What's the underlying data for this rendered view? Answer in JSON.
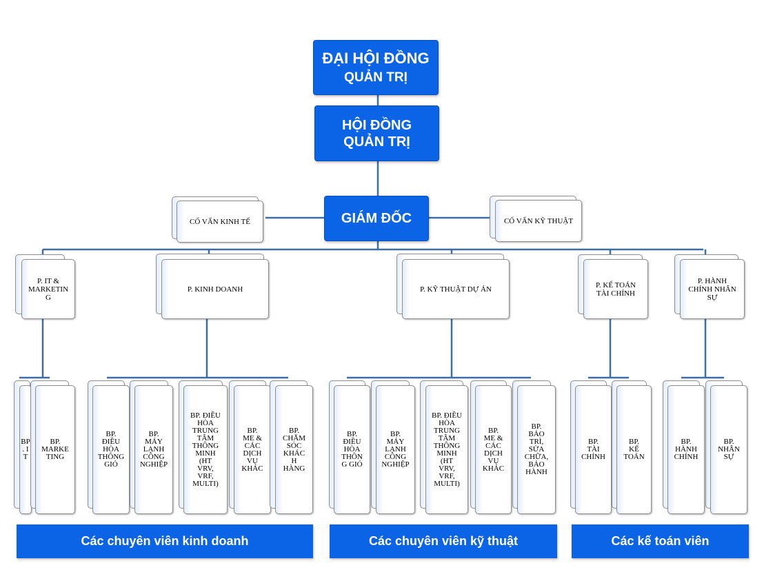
{
  "top": {
    "general_assembly": [
      "ĐẠI HỘI ĐỒNG",
      "QUẢN TRỊ"
    ],
    "board": [
      "HỘI ĐỒNG",
      "QUẢN TRỊ"
    ],
    "director": "GIÁM ĐỐC",
    "advisor_economic": "CỐ VẤN KINH TẾ",
    "advisor_technical": "CỐ VẤN KỸ THUẬT"
  },
  "departments": [
    {
      "label": "P. IT &\nMARKETIN\nG"
    },
    {
      "label": "P. KINH DOANH"
    },
    {
      "label": "P. KỸ THUẬT DỰ ÁN"
    },
    {
      "label": "P. KẾ TOÁN\nTÀI CHÍNH"
    },
    {
      "label": "P. HÀNH\nCHÍNH NHÂN\nSỰ"
    }
  ],
  "units": {
    "it": [
      "BP\n. I\nT",
      "BP.\nMARKE\nTING"
    ],
    "sales": [
      "BP.\nĐIỀU\nHÒA\nTHÔNG\nGIÓ",
      "BP.\nMÁY\nLẠNH\nCÔNG\nNGHIỆP",
      "BP. ĐIỀU\nHÒA\nTRUNG\nTÂM\nTHÔNG\nMINH\n(HT\nVRV,\nVRF,\nMULTI)",
      "BP.\nME &\nCÁC\nDỊCH\nVỤ\nKHÁC",
      "BP.\nCHĂM\nSÓC\nKHÁC\nH\nHÀNG"
    ],
    "tech": [
      "BP.\nĐIỀU\nHÒA\nTHÔN\nG GIÓ",
      "BP.\nMÁY\nLẠNH\nCÔNG\nNGHIỆP",
      "BP. ĐIỀU\nHÒA\nTRUNG\nTÂM\nTHÔNG\nMINH\n(HT\nVRV,\nVRF,\nMULTI)",
      "BP.\nME &\nCÁC\nDỊCH\nVỤ\nKHÁC",
      "BP.\nBẢO\nTRÌ,\nSỬA\nCHỮA,\nBẢO\nHÀNH"
    ],
    "accounting": [
      "BP.\nTÀI\nCHÍNH",
      "BP.\nKẾ\nTOÁN"
    ],
    "hr": [
      "BP.\nHÀNH\nCHÍNH",
      "BP.\nNHÂN\nSỰ"
    ]
  },
  "banners": {
    "sales_staff": "Các chuyên viên kinh doanh",
    "tech_staff": "Các chuyên viên kỹ thuật",
    "accountants": "Các kế toán viên"
  },
  "colors": {
    "box_blue": "#0b63e5",
    "connector": "#3d6ea3"
  }
}
